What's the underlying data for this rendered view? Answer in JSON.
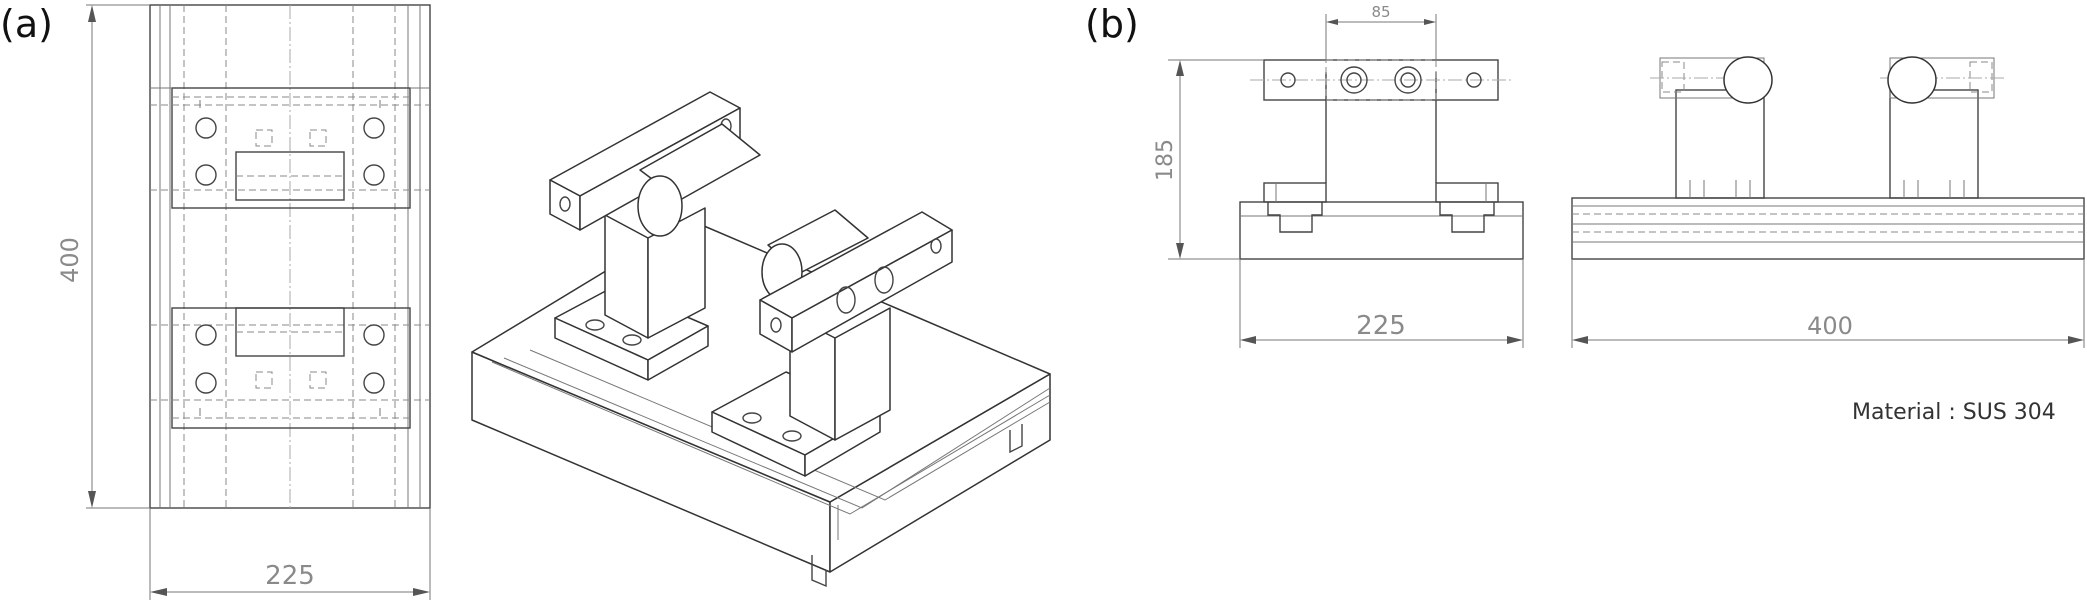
{
  "figure": {
    "panel_a_label": "(a)",
    "panel_b_label": "(b)",
    "material_note": "Material : SUS 304"
  },
  "dimensions": {
    "top_view_height": "400",
    "top_view_width": "225",
    "side_view_height": "185",
    "side_view_width": "225",
    "side_view_gap": "85",
    "front_view_length": "400"
  },
  "colors": {
    "drawing_lines": "#444444",
    "dimension_text": "#8a8a8a",
    "background": "#ffffff"
  }
}
